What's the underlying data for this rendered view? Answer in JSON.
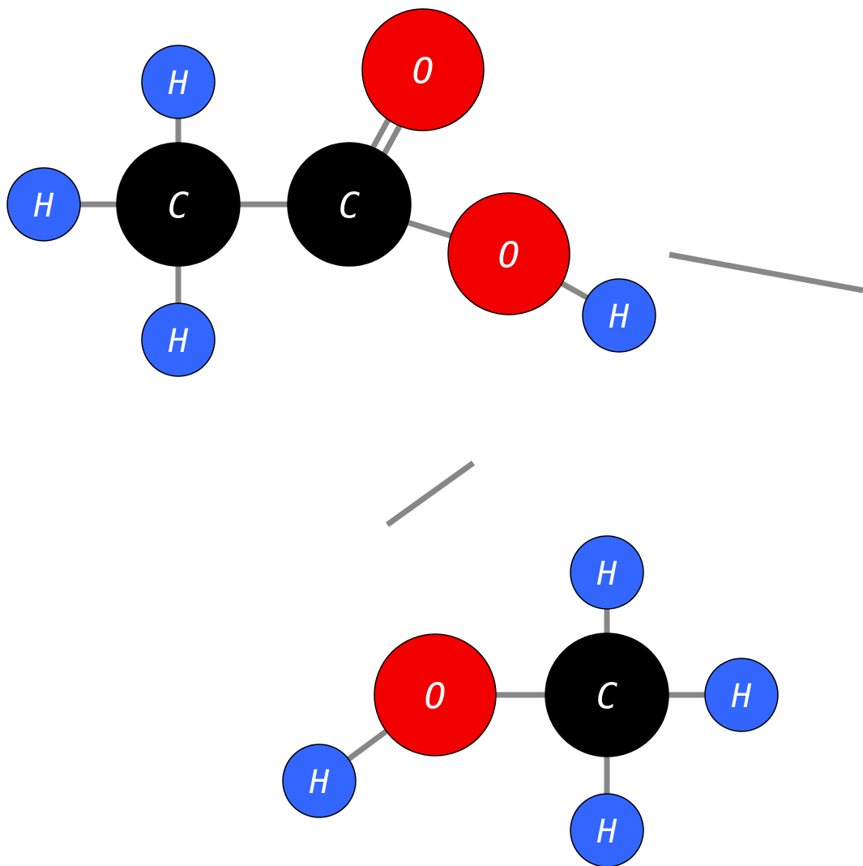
{
  "atom_types": {
    "H": {
      "label": "H",
      "color": "#3366ff"
    },
    "C": {
      "label": "C",
      "color": "#000000"
    },
    "O": {
      "label": "O",
      "color": "#f20000"
    }
  },
  "molecules": [
    {
      "name": "",
      "atoms": [
        {
          "id": "a1",
          "element": "C"
        },
        {
          "id": "a2",
          "element": "C"
        },
        {
          "id": "a3",
          "element": "O"
        },
        {
          "id": "a4",
          "element": "O"
        },
        {
          "id": "a5",
          "element": "H"
        },
        {
          "id": "a6",
          "element": "H"
        },
        {
          "id": "a7",
          "element": "H"
        },
        {
          "id": "a8",
          "element": "H"
        }
      ],
      "bonds": [
        {
          "from": "a1",
          "to": "a6",
          "order": 1
        },
        {
          "from": "a1",
          "to": "a5",
          "order": 1
        },
        {
          "from": "a1",
          "to": "a7",
          "order": 1
        },
        {
          "from": "a1",
          "to": "a2",
          "order": 1
        },
        {
          "from": "a2",
          "to": "a3",
          "order": 2
        },
        {
          "from": "a2",
          "to": "a4",
          "order": 1
        },
        {
          "from": "a4",
          "to": "a8",
          "order": 1
        }
      ]
    },
    {
      "name": "",
      "atoms": [
        {
          "id": "b1",
          "element": "C"
        },
        {
          "id": "b2",
          "element": "O"
        },
        {
          "id": "b3",
          "element": "H"
        },
        {
          "id": "b4",
          "element": "H"
        },
        {
          "id": "b5",
          "element": "H"
        },
        {
          "id": "b6",
          "element": "H"
        }
      ],
      "bonds": [
        {
          "from": "b1",
          "to": "b3",
          "order": 1
        },
        {
          "from": "b1",
          "to": "b4",
          "order": 1
        },
        {
          "from": "b1",
          "to": "b5",
          "order": 1
        },
        {
          "from": "b1",
          "to": "b2",
          "order": 1
        },
        {
          "from": "b2",
          "to": "b6",
          "order": 1
        }
      ]
    }
  ]
}
